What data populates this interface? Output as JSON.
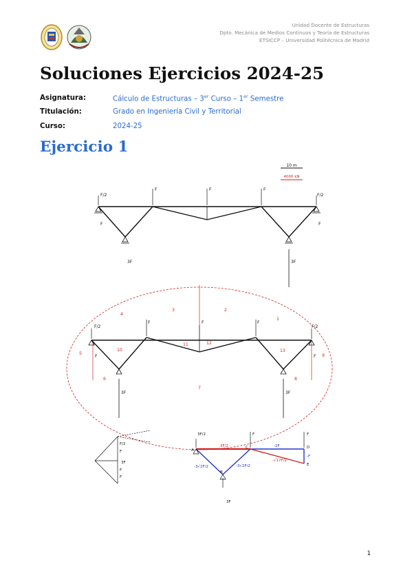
{
  "header": {
    "lines": [
      "Unidad Docente de Estructuras",
      "Dpto. Mecánica de Medios Continuos y Teoría de Estructuras",
      "ETSICCP – Universidad Politécnica de Madrid"
    ]
  },
  "title": "Soluciones Ejercicios 2024-25",
  "meta": [
    {
      "label": "Asignatura:",
      "value_pre": "Cálculo de Estructuras – 3",
      "sup1": "er",
      "value_mid": " Curso – 1",
      "sup2": "er",
      "value_post": " Semestre"
    },
    {
      "label": "Titulación:",
      "value": "Grado en Ingeniería Civil y Territorial"
    },
    {
      "label": "Curso:",
      "value": "2024-25"
    }
  ],
  "section_title": "Ejercicio 1",
  "figure": {
    "scale_length": "10 m",
    "scale_force": "4000 kN",
    "load_F": "F",
    "load_F2": "F/2",
    "load_3F": "3F",
    "regions": [
      "1",
      "2",
      "3",
      "4",
      "5",
      "6",
      "7",
      "8",
      "9",
      "10",
      "11",
      "12",
      "13"
    ],
    "polygon_labels": [
      "F/2",
      "F",
      "3F",
      "F",
      "F"
    ],
    "member_labels": [
      "3F/2",
      "F",
      "-2F",
      "F",
      "3F/2",
      "-3√2F/2",
      "-3√2F/2",
      "-√17F/2",
      "-F"
    ],
    "node_labels": [
      "A",
      "B",
      "C",
      "D",
      "E"
    ]
  },
  "page_number": "1",
  "colors": {
    "accent": "#2a6bd1",
    "red": "#d32020",
    "blue": "#2233cc"
  }
}
